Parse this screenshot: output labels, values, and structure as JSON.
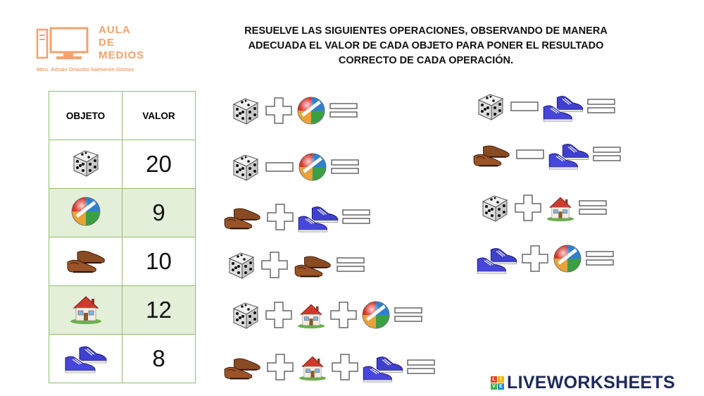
{
  "logo": {
    "lines": [
      "AULA",
      "DE",
      "MEDIOS"
    ],
    "author": "Mtro. Adrián Orlando Salmerón Gómez",
    "color": "#f4a26b"
  },
  "instructions": {
    "line1": "RESUELVE LAS SIGUIENTES OPERACIONES, OBSERVANDO DE MANERA",
    "line2": "ADECUADA EL VALOR DE CADA OBJETO PARA PONER EL RESULTADO",
    "line3": "CORRECTO DE CADA OPERACIÓN."
  },
  "table": {
    "header_object": "OBJETO",
    "header_value": "VALOR",
    "rows": [
      {
        "object": "dice-icon",
        "value": "20"
      },
      {
        "object": "ball-icon",
        "value": "9"
      },
      {
        "object": "shoes-icon",
        "value": "10"
      },
      {
        "object": "house-icon",
        "value": "12"
      },
      {
        "object": "sneakers-icon",
        "value": "8"
      }
    ],
    "border_color": "#8cc06c",
    "shade_color": "#e3efd9"
  },
  "operations": [
    {
      "terms": [
        "dice-icon",
        "plus-icon",
        "ball-icon"
      ]
    },
    {
      "terms": [
        "dice-icon",
        "minus-icon",
        "ball-icon"
      ]
    },
    {
      "terms": [
        "shoes-icon",
        "plus-icon",
        "sneakers-icon"
      ]
    },
    {
      "terms": [
        "dice-icon",
        "plus-icon",
        "shoes-icon"
      ]
    },
    {
      "terms": [
        "dice-icon",
        "plus-icon",
        "house-icon",
        "plus-icon",
        "ball-icon"
      ]
    },
    {
      "terms": [
        "shoes-icon",
        "plus-icon",
        "house-icon",
        "plus-icon",
        "sneakers-icon"
      ]
    },
    {
      "terms": [
        "dice-icon",
        "minus-icon",
        "sneakers-icon"
      ]
    },
    {
      "terms": [
        "shoes-icon",
        "minus-icon",
        "sneakers-icon"
      ]
    },
    {
      "terms": [
        "dice-icon",
        "plus-icon",
        "house-icon"
      ]
    },
    {
      "terms": [
        "sneakers-icon",
        "plus-icon",
        "ball-icon"
      ]
    }
  ],
  "brand": {
    "text": "LIVEWORKSHEETS",
    "box_letters": [
      "L",
      "I",
      "V",
      "E"
    ],
    "box_colors": [
      "#e8412c",
      "#f7b500",
      "#3fae49",
      "#1c8ad8"
    ]
  }
}
